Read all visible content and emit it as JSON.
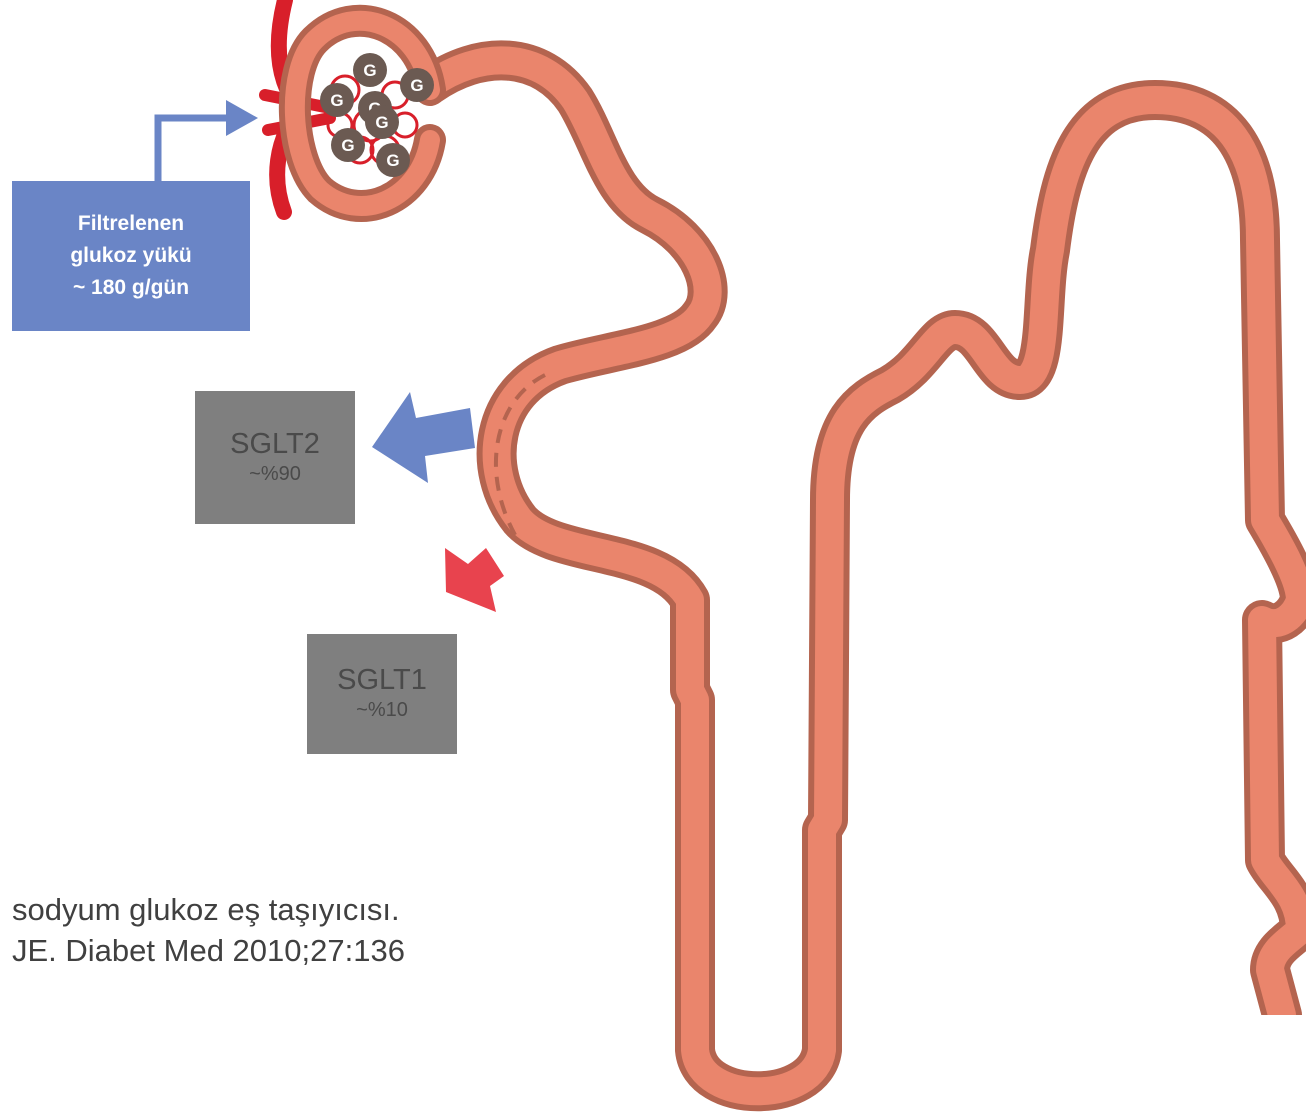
{
  "filtered_load": {
    "line1": "Filtrelenen",
    "line2": "glukoz yükü",
    "line3": "~ 180 g/gün"
  },
  "sglt2": {
    "name": "SGLT2",
    "percent": "~%90"
  },
  "sglt1": {
    "name": "SGLT1",
    "percent": "~%10"
  },
  "glucose_label": "G",
  "footnote": {
    "line1": "sodyum glukoz eş taşıyıcısı.",
    "line2": "JE. Diabet Med 2010;27:136"
  },
  "colors": {
    "tubule_fill": "#ea856c",
    "tubule_outline": "#b4644f",
    "blood_vessel": "#d81f2a",
    "glucose_particle": "#6b5a52",
    "filtered_box": "#6a85c6",
    "sglt_box": "#7f7f7f",
    "sglt2_arrow": "#6a85c6",
    "sglt1_arrow": "#e8434e"
  }
}
